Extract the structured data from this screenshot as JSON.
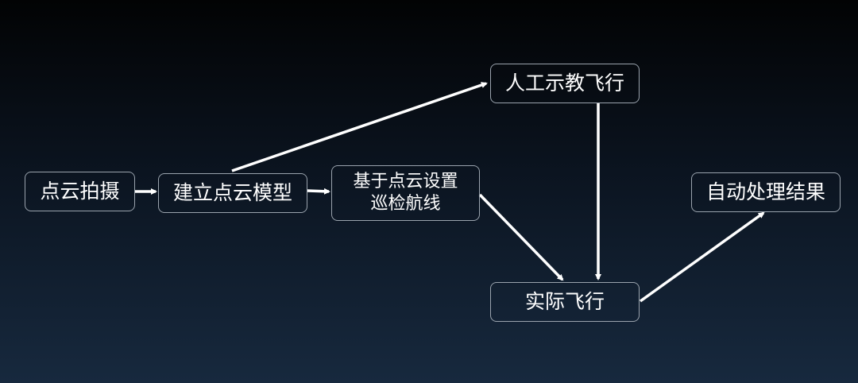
{
  "nodes": {
    "capture": "点云拍摄",
    "model": "建立点云模型",
    "route_line1": "基于点云设置",
    "route_line2": "巡检航线",
    "teach": "人工示教飞行",
    "flight": "实际飞行",
    "result": "自动处理结果"
  },
  "colors": {
    "arrow": "#ffffff",
    "border": "#9aa3ad"
  }
}
